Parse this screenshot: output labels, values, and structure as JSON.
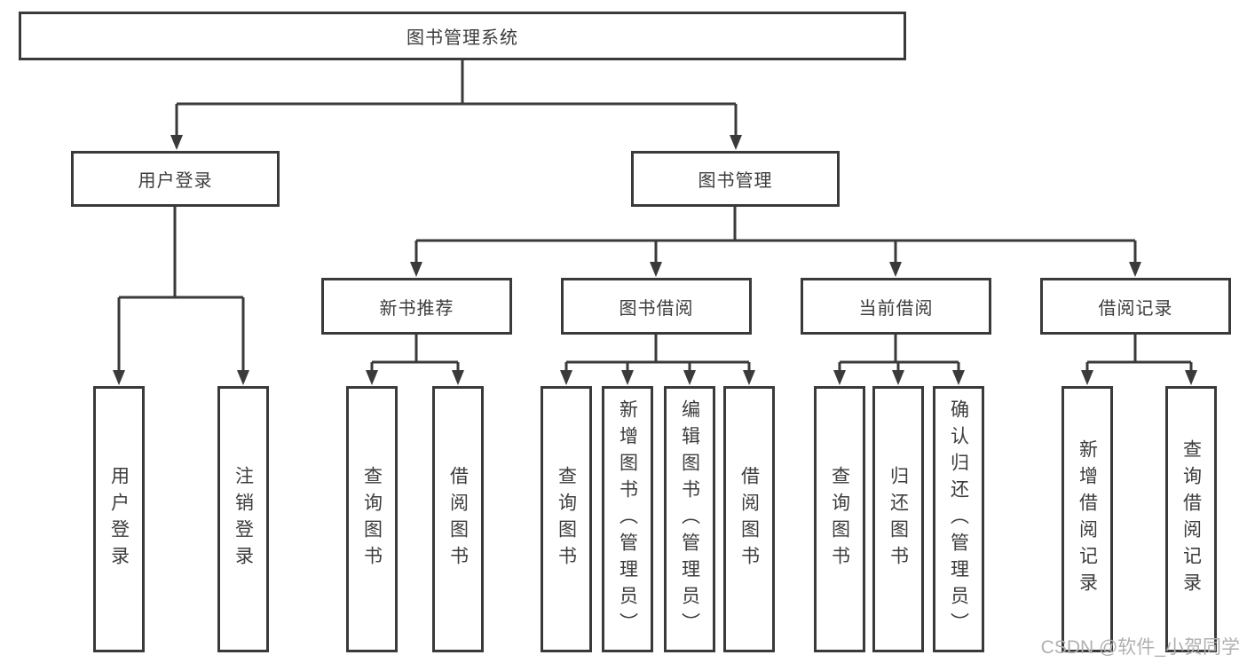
{
  "diagram": {
    "type": "hierarchy-tree",
    "tree": {
      "label": "图书管理系统",
      "children": [
        {
          "label": "用户登录",
          "children": [
            {
              "label": "用户登录"
            },
            {
              "label": "注销登录"
            }
          ]
        },
        {
          "label": "图书管理",
          "children": [
            {
              "label": "新书推荐",
              "children": [
                {
                  "label": "查询图书"
                },
                {
                  "label": "借阅图书"
                }
              ]
            },
            {
              "label": "图书借阅",
              "children": [
                {
                  "label": "查询图书"
                },
                {
                  "label": "新增图书（管理员）"
                },
                {
                  "label": "编辑图书（管理员）"
                },
                {
                  "label": "借阅图书"
                }
              ]
            },
            {
              "label": "当前借阅",
              "children": [
                {
                  "label": "查询图书"
                },
                {
                  "label": "归还图书"
                },
                {
                  "label": "确认归还（管理员）"
                }
              ]
            },
            {
              "label": "借阅记录",
              "children": [
                {
                  "label": "新增借阅记录"
                },
                {
                  "label": "查询借阅记录"
                }
              ]
            }
          ]
        }
      ]
    },
    "colors": {
      "line": "#3a3a3a",
      "text": "#3c3c3c",
      "background": "#ffffff",
      "watermark": "#b0b0b0"
    },
    "watermark": "CSDN @软件_小贺同学"
  }
}
